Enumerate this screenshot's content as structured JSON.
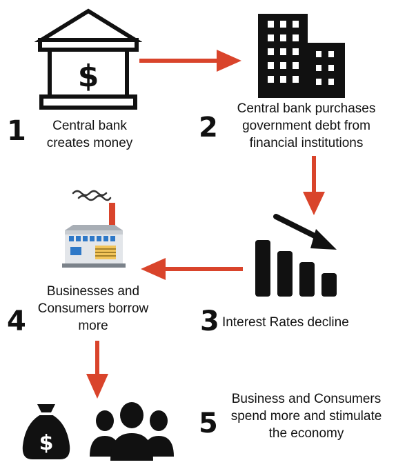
{
  "colors": {
    "arrow": "#D9442B",
    "icon": "#111111"
  },
  "steps": [
    {
      "number": "1",
      "text": "Central bank creates money",
      "icon": "bank-icon"
    },
    {
      "number": "2",
      "text": "Central bank purchases government debt from financial institutions",
      "icon": "office-building-icon"
    },
    {
      "number": "3",
      "text": "Interest Rates decline",
      "icon": "declining-bar-chart-icon"
    },
    {
      "number": "4",
      "text": "Businesses and Consumers borrow more",
      "icon": "factory-icon"
    },
    {
      "number": "5",
      "text": "Business and Consumers spend more and stimulate the economy",
      "icon": "money-bag-and-people-icon"
    }
  ]
}
